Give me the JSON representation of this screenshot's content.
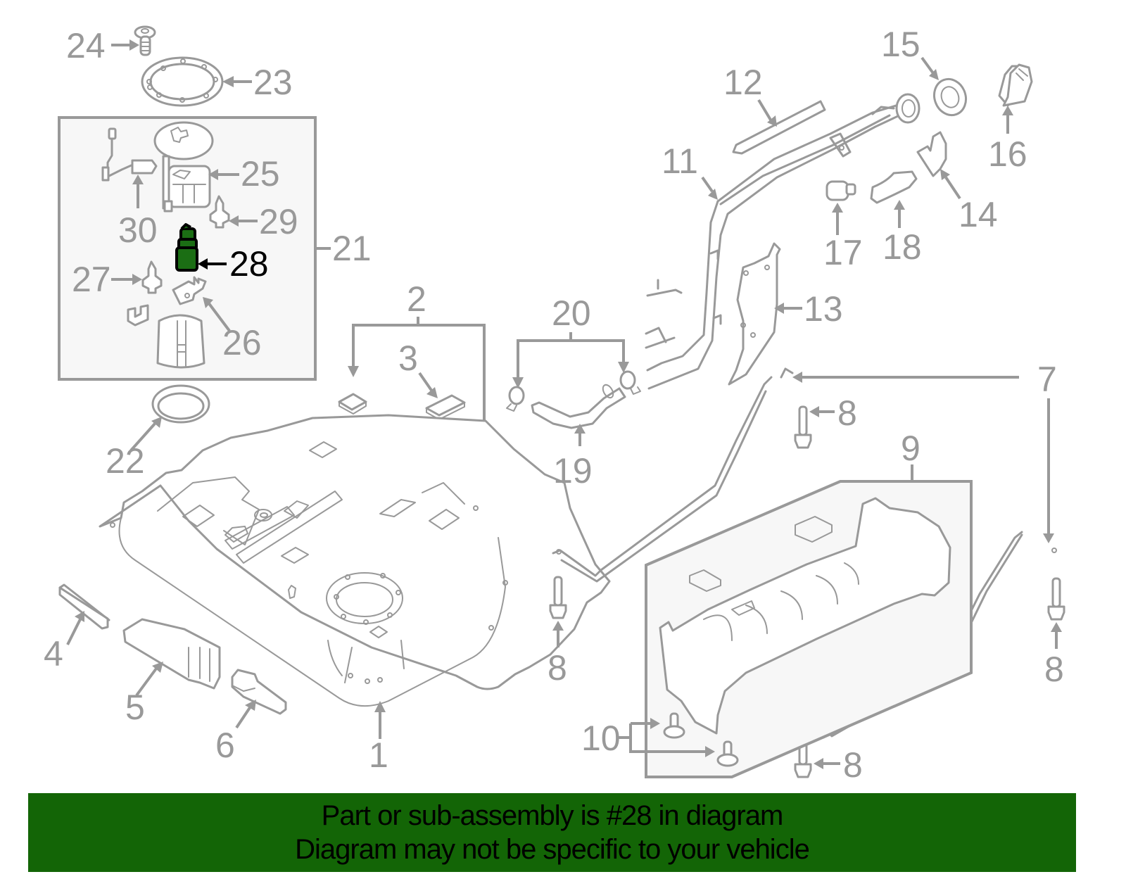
{
  "diagram": {
    "title": "Fuel tank and fuel pump parts diagram",
    "highlighted_part": "28",
    "colors": {
      "line_art": "#999999",
      "highlight_fill": "#1b6e14",
      "highlight_callout": "#000000",
      "banner_bg": "#136506",
      "box_bg": "#f7f7f7"
    },
    "callouts": [
      {
        "id": "1",
        "label": "1"
      },
      {
        "id": "2",
        "label": "2"
      },
      {
        "id": "3",
        "label": "3"
      },
      {
        "id": "4",
        "label": "4"
      },
      {
        "id": "5",
        "label": "5"
      },
      {
        "id": "6",
        "label": "6"
      },
      {
        "id": "7",
        "label": "7"
      },
      {
        "id": "8a",
        "label": "8"
      },
      {
        "id": "8b",
        "label": "8"
      },
      {
        "id": "8c",
        "label": "8"
      },
      {
        "id": "8d",
        "label": "8"
      },
      {
        "id": "9",
        "label": "9"
      },
      {
        "id": "10",
        "label": "10"
      },
      {
        "id": "11",
        "label": "11"
      },
      {
        "id": "12",
        "label": "12"
      },
      {
        "id": "13",
        "label": "13"
      },
      {
        "id": "14",
        "label": "14"
      },
      {
        "id": "15",
        "label": "15"
      },
      {
        "id": "16",
        "label": "16"
      },
      {
        "id": "17",
        "label": "17"
      },
      {
        "id": "18",
        "label": "18"
      },
      {
        "id": "19",
        "label": "19"
      },
      {
        "id": "20",
        "label": "20"
      },
      {
        "id": "21",
        "label": "21"
      },
      {
        "id": "22",
        "label": "22"
      },
      {
        "id": "23",
        "label": "23"
      },
      {
        "id": "24",
        "label": "24"
      },
      {
        "id": "25",
        "label": "25"
      },
      {
        "id": "26",
        "label": "26"
      },
      {
        "id": "27",
        "label": "27"
      },
      {
        "id": "28",
        "label": "28"
      },
      {
        "id": "29",
        "label": "29"
      },
      {
        "id": "30",
        "label": "30"
      }
    ]
  },
  "banner": {
    "line1": "Part or sub-assembly is #28 in diagram",
    "line2": "Diagram may not be specific to your vehicle"
  }
}
